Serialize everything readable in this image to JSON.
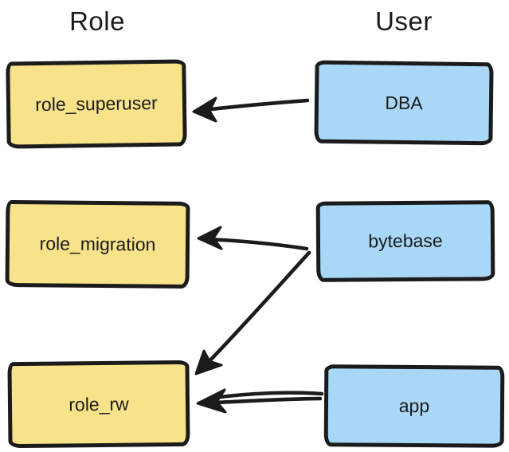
{
  "columns": {
    "role": {
      "title": "Role"
    },
    "user": {
      "title": "User"
    }
  },
  "nodes": {
    "roles": [
      {
        "id": "role_superuser",
        "label": "role_superuser"
      },
      {
        "id": "role_migration",
        "label": "role_migration"
      },
      {
        "id": "role_rw",
        "label": "role_rw"
      }
    ],
    "users": [
      {
        "id": "DBA",
        "label": "DBA"
      },
      {
        "id": "bytebase",
        "label": "bytebase"
      },
      {
        "id": "app",
        "label": "app"
      }
    ]
  },
  "edges": [
    {
      "from": "DBA",
      "to": "role_superuser"
    },
    {
      "from": "bytebase",
      "to": "role_migration"
    },
    {
      "from": "bytebase",
      "to": "role_rw"
    },
    {
      "from": "app",
      "to": "role_rw"
    }
  ],
  "colors": {
    "role_fill": "#f8e38a",
    "user_fill": "#a9d7f7",
    "stroke": "#1b1b1b",
    "text": "#1b1b1b",
    "background": "#ffffff"
  }
}
